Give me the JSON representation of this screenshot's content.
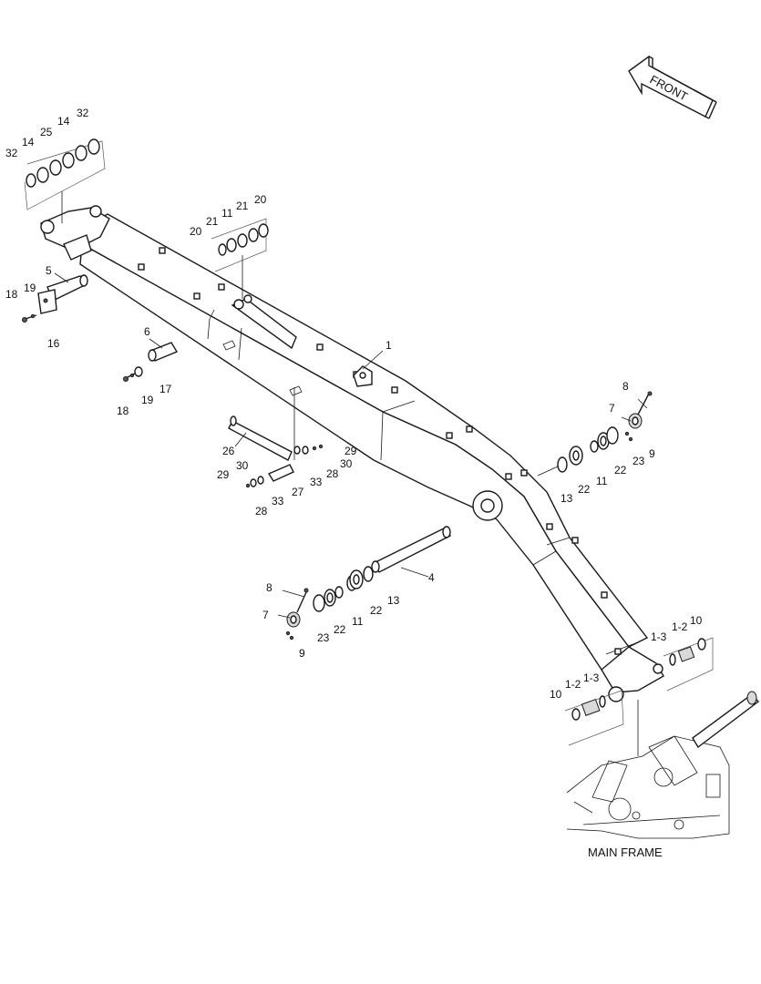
{
  "diagram": {
    "front_arrow_label": "FRONT",
    "main_frame_label": "MAIN FRAME",
    "callouts": [
      {
        "id": "c32a",
        "text": "32"
      },
      {
        "id": "c14a",
        "text": "14"
      },
      {
        "id": "c25",
        "text": "25"
      },
      {
        "id": "c14b",
        "text": "14"
      },
      {
        "id": "c32b",
        "text": "32"
      },
      {
        "id": "c20a",
        "text": "20"
      },
      {
        "id": "c21a",
        "text": "21"
      },
      {
        "id": "c11a",
        "text": "11"
      },
      {
        "id": "c21b",
        "text": "21"
      },
      {
        "id": "c20b",
        "text": "20"
      },
      {
        "id": "c5",
        "text": "5"
      },
      {
        "id": "c18a",
        "text": "18"
      },
      {
        "id": "c19a",
        "text": "19"
      },
      {
        "id": "c16",
        "text": "16"
      },
      {
        "id": "c6",
        "text": "6"
      },
      {
        "id": "c17",
        "text": "17"
      },
      {
        "id": "c19b",
        "text": "19"
      },
      {
        "id": "c18b",
        "text": "18"
      },
      {
        "id": "c1",
        "text": "1"
      },
      {
        "id": "c8a",
        "text": "8"
      },
      {
        "id": "c7a",
        "text": "7"
      },
      {
        "id": "c9a",
        "text": "9"
      },
      {
        "id": "c23a",
        "text": "23"
      },
      {
        "id": "c22a",
        "text": "22"
      },
      {
        "id": "c11b",
        "text": "11"
      },
      {
        "id": "c22b",
        "text": "22"
      },
      {
        "id": "c13a",
        "text": "13"
      },
      {
        "id": "c26",
        "text": "26"
      },
      {
        "id": "c29a",
        "text": "29"
      },
      {
        "id": "c30a",
        "text": "30"
      },
      {
        "id": "c28a",
        "text": "28"
      },
      {
        "id": "c33a",
        "text": "33"
      },
      {
        "id": "c29b",
        "text": "29"
      },
      {
        "id": "c30b",
        "text": "30"
      },
      {
        "id": "c27",
        "text": "27"
      },
      {
        "id": "c33b",
        "text": "33"
      },
      {
        "id": "c28b",
        "text": "28"
      },
      {
        "id": "c4",
        "text": "4"
      },
      {
        "id": "c8b",
        "text": "8"
      },
      {
        "id": "c7b",
        "text": "7"
      },
      {
        "id": "c9b",
        "text": "9"
      },
      {
        "id": "c23b",
        "text": "23"
      },
      {
        "id": "c22c",
        "text": "22"
      },
      {
        "id": "c11c",
        "text": "11"
      },
      {
        "id": "c22d",
        "text": "22"
      },
      {
        "id": "c13b",
        "text": "13"
      },
      {
        "id": "c13c",
        "text": "1-3"
      },
      {
        "id": "c12a",
        "text": "1-2"
      },
      {
        "id": "c10a",
        "text": "10"
      },
      {
        "id": "c10b",
        "text": "10"
      },
      {
        "id": "c12b",
        "text": "1-2"
      },
      {
        "id": "c13d",
        "text": "1-3"
      }
    ]
  }
}
